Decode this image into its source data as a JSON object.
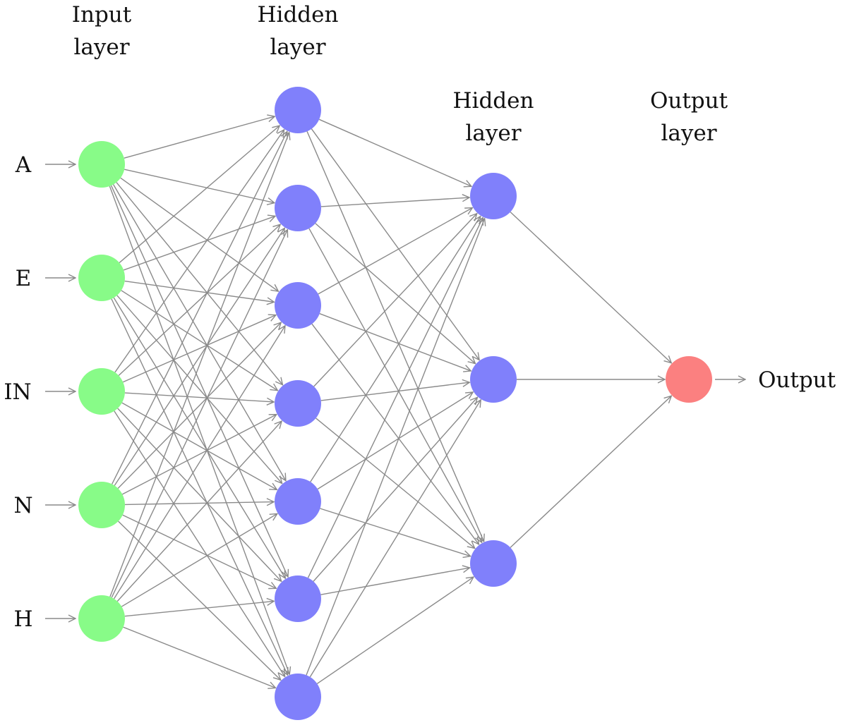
{
  "colors": {
    "input": "#88fb88",
    "hidden": "#8080fb",
    "output": "#fb8080",
    "edge": "#8a8a8a"
  },
  "layers": [
    {
      "title_line1": "Input",
      "title_line2": "layer",
      "type": "input",
      "count": 5
    },
    {
      "title_line1": "Hidden",
      "title_line2": "layer",
      "type": "hidden",
      "count": 7
    },
    {
      "title_line1": "Hidden",
      "title_line2": "layer",
      "type": "hidden",
      "count": 3
    },
    {
      "title_line1": "Output",
      "title_line2": "layer",
      "type": "output",
      "count": 1
    }
  ],
  "input_labels": [
    "A",
    "E",
    "IN",
    "N",
    "H"
  ],
  "output_label": "Output",
  "connectivity": "fully-connected"
}
